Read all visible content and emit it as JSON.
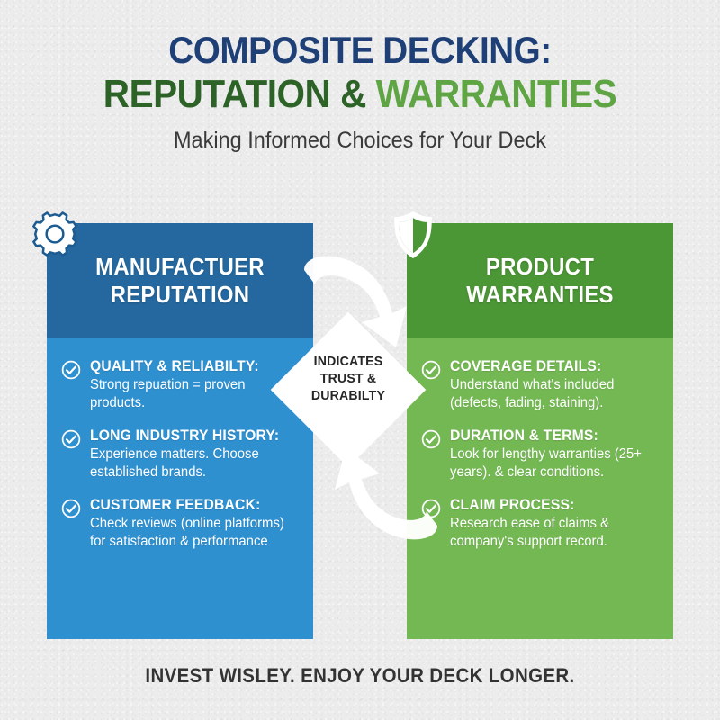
{
  "header": {
    "title_line1": "COMPOSITE DECKING:",
    "title_line2_dark": "REPUTATION &",
    "title_line2_light": "WARRANTIES",
    "subtitle": "Making Informed Choices for Your Deck",
    "color_navy": "#1e4076",
    "color_dark_green": "#2d6327",
    "color_light_green": "#5fa544"
  },
  "left_panel": {
    "icon": "gear-icon",
    "title": "MANUFACTUER REPUTATION",
    "header_color": "#24689f",
    "body_color": "#2f90d0",
    "items": [
      {
        "heading": "QUALITY & RELIABILTY:",
        "body": "Strong repuation = proven products."
      },
      {
        "heading": "LONG INDUSTRY HISTORY:",
        "body": "Experience matters. Choose established brands."
      },
      {
        "heading": "CUSTOMER FEEDBACK:",
        "body": "Check reviews (online platforms) for satisfaction & performance"
      }
    ]
  },
  "right_panel": {
    "icon": "shield-icon",
    "title": "PRODUCT WARRANTIES",
    "header_color": "#4b9635",
    "body_color": "#74b854",
    "items": [
      {
        "heading": "COVERAGE DETAILS:",
        "body": "Understand what's included (defects, fading, staining)."
      },
      {
        "heading": "DURATION & TERMS:",
        "body": "Look for lengthy warranties (25+ years). & clear conditions."
      },
      {
        "heading": "CLAIM PROCESS:",
        "body": "Research ease of claims & company's support record."
      }
    ]
  },
  "center_badge": {
    "line1": "INDICATES",
    "line2": "TRUST &",
    "line3": "DURABILTY",
    "shape": "diamond",
    "arrows": "circular-arrows"
  },
  "footer": {
    "tagline": "INVEST WISLEY. ENJOY YOUR DECK LONGER."
  },
  "background_color": "#ececed"
}
